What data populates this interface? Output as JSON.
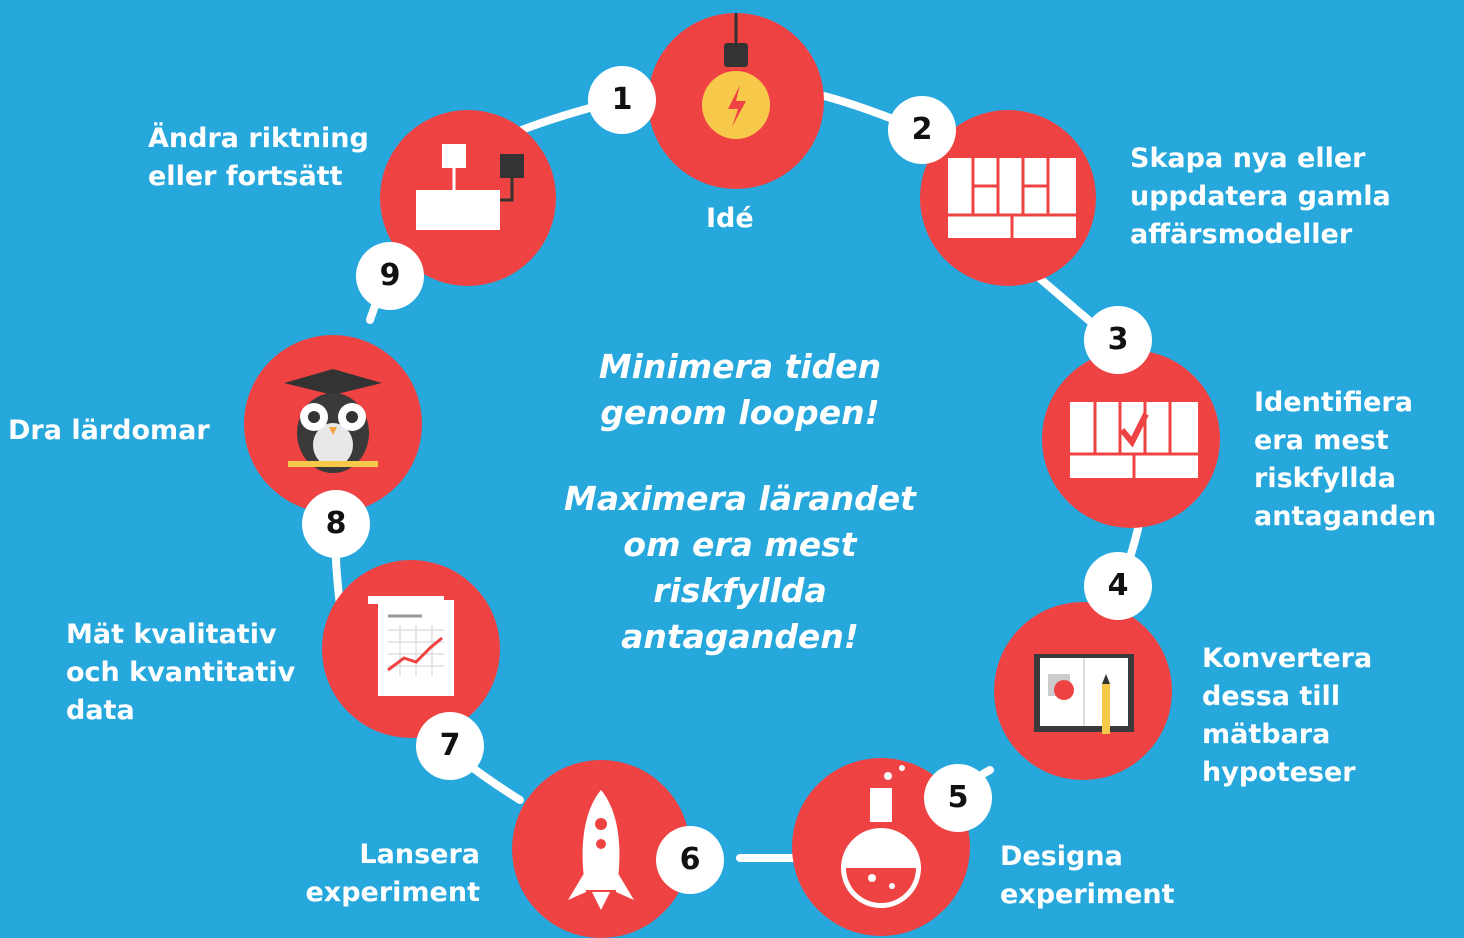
{
  "center": {
    "line1": "Minimera tiden",
    "line2": "genom loopen!",
    "line3": "Maximera lärandet",
    "line4": "om era mest",
    "line5": "riskfyllda",
    "line6": "antaganden!"
  },
  "steps": [
    {
      "number": "1",
      "label": [
        "Idé"
      ],
      "icon": "lightbulb-icon"
    },
    {
      "number": "2",
      "label": [
        "Skapa nya eller",
        "uppdatera gamla",
        "affärsmodeller"
      ],
      "icon": "business-model-canvas-icon"
    },
    {
      "number": "3",
      "label": [
        "Identifiera",
        "era mest",
        "riskfyllda",
        "antaganden"
      ],
      "icon": "canvas-checkmark-icon"
    },
    {
      "number": "4",
      "label": [
        "Konvertera",
        "dessa till",
        "mätbara",
        "hypoteser"
      ],
      "icon": "notebook-pencil-icon"
    },
    {
      "number": "5",
      "label": [
        "Designa",
        "experiment"
      ],
      "icon": "flask-icon"
    },
    {
      "number": "6",
      "label": [
        "Lansera",
        "experiment"
      ],
      "icon": "rocket-icon"
    },
    {
      "number": "7",
      "label": [
        "Mät kvalitativ",
        "och kvantitativ",
        "data"
      ],
      "icon": "chart-document-icon"
    },
    {
      "number": "8",
      "label": [
        "Dra lärdomar"
      ],
      "icon": "owl-icon"
    },
    {
      "number": "9",
      "label": [
        "Ändra riktning",
        "eller fortsätt"
      ],
      "icon": "flowchart-icon"
    }
  ],
  "colors": {
    "background": "#27a8dd",
    "node": "#ef4343",
    "badge": "#ffffff",
    "text": "#ffffff"
  }
}
